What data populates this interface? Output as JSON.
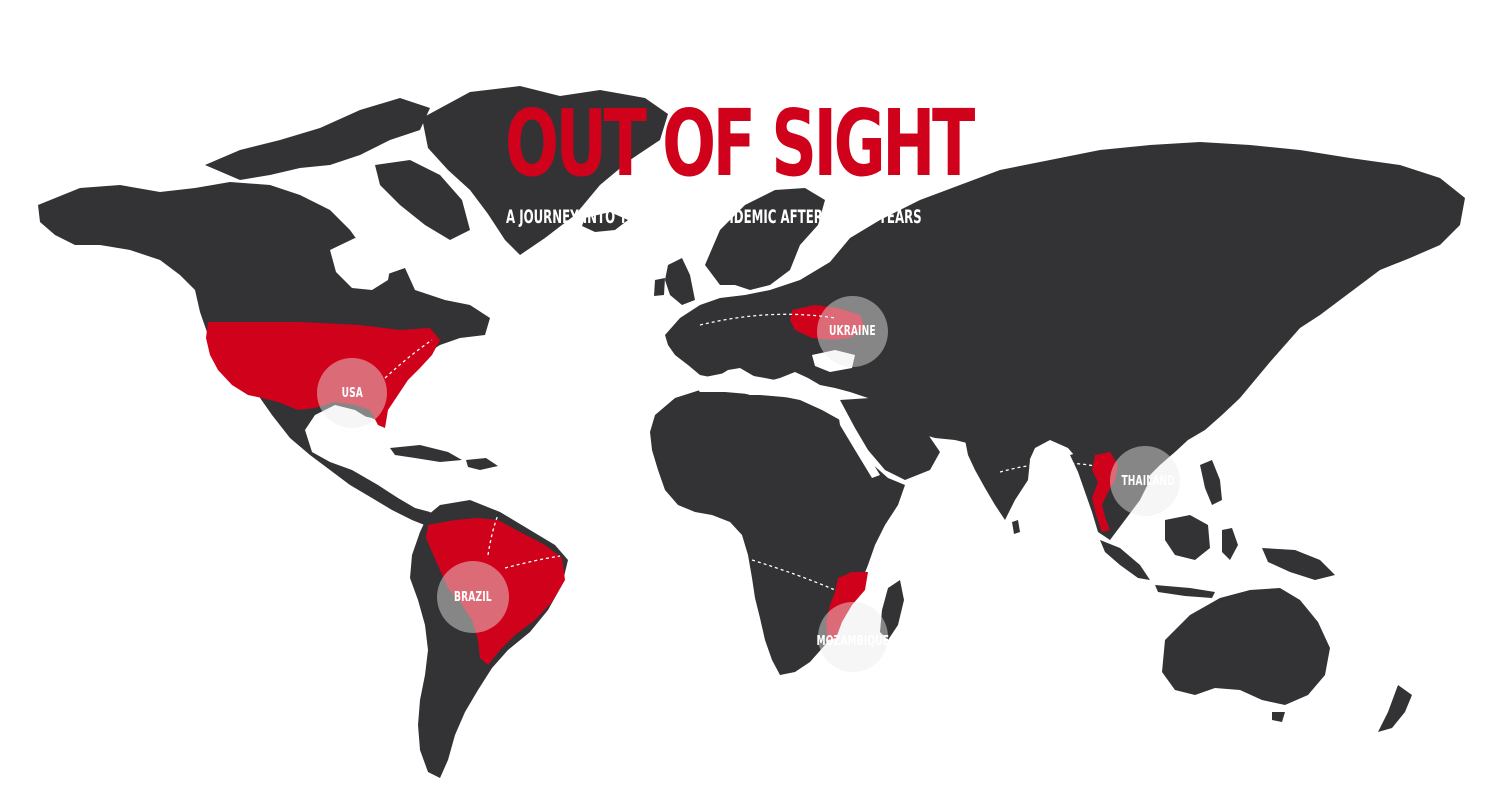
{
  "header": {
    "title": "OUT OF SIGHT",
    "subtitle": "A JOURNEY INTO THE HIV/AIDS EPIDEMIC AFTER THIRTY YEARS"
  },
  "colors": {
    "land": "#333335",
    "highlight": "#d0021b",
    "background": "#ffffff",
    "pin": "#ececec"
  },
  "countries": [
    {
      "name": "USA",
      "highlighted": true
    },
    {
      "name": "UKRAINE",
      "highlighted": true
    },
    {
      "name": "BRAZIL",
      "highlighted": true
    },
    {
      "name": "MOZAMBIQUE",
      "highlighted": true
    },
    {
      "name": "THAILAND",
      "highlighted": true
    }
  ]
}
